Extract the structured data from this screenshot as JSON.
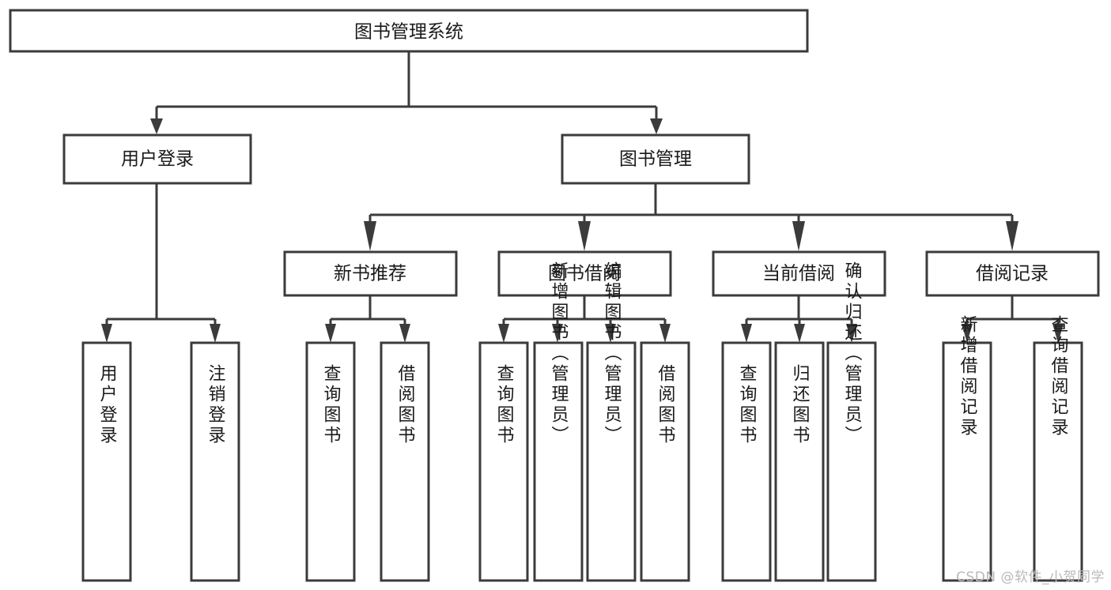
{
  "diagram": {
    "type": "tree-hierarchy",
    "title": "图书管理系统",
    "root": {
      "id": "root",
      "label": "图书管理系统",
      "orientation": "horizontal"
    },
    "level2": [
      {
        "id": "user-login",
        "label": "用户登录",
        "orientation": "horizontal"
      },
      {
        "id": "book-manage",
        "label": "图书管理",
        "orientation": "horizontal"
      }
    ],
    "level3": [
      {
        "id": "new-book-rec",
        "label": "新书推荐",
        "orientation": "horizontal",
        "parent": "book-manage"
      },
      {
        "id": "book-borrow",
        "label": "图书借阅",
        "orientation": "horizontal",
        "parent": "book-manage"
      },
      {
        "id": "current-borrow",
        "label": "当前借阅",
        "orientation": "horizontal",
        "parent": "book-manage"
      },
      {
        "id": "borrow-record",
        "label": "借阅记录",
        "orientation": "horizontal",
        "parent": "book-manage"
      }
    ],
    "leaves": [
      {
        "id": "leaf-user-login",
        "label": "用户登录",
        "parent": "user-login",
        "orientation": "vertical"
      },
      {
        "id": "leaf-logout",
        "label": "注销登录",
        "parent": "user-login",
        "orientation": "vertical"
      },
      {
        "id": "leaf-query-book-1",
        "label": "查询图书",
        "parent": "new-book-rec",
        "orientation": "vertical"
      },
      {
        "id": "leaf-borrow-book-1",
        "label": "借阅图书",
        "parent": "new-book-rec",
        "orientation": "vertical"
      },
      {
        "id": "leaf-query-book-2",
        "label": "查询图书",
        "parent": "book-borrow",
        "orientation": "vertical"
      },
      {
        "id": "leaf-add-book",
        "label": "新增图书（管理员）",
        "parent": "book-borrow",
        "orientation": "vertical"
      },
      {
        "id": "leaf-edit-book",
        "label": "编辑图书（管理员）",
        "parent": "book-borrow",
        "orientation": "vertical"
      },
      {
        "id": "leaf-borrow-book-2",
        "label": "借阅图书",
        "parent": "book-borrow",
        "orientation": "vertical"
      },
      {
        "id": "leaf-query-book-3",
        "label": "查询图书",
        "parent": "current-borrow",
        "orientation": "vertical"
      },
      {
        "id": "leaf-return-book",
        "label": "归还图书",
        "parent": "current-borrow",
        "orientation": "vertical"
      },
      {
        "id": "leaf-confirm-return",
        "label": "确认归还（管理员）",
        "parent": "current-borrow",
        "orientation": "vertical"
      },
      {
        "id": "leaf-add-record",
        "label": "新增借阅记录",
        "parent": "borrow-record",
        "orientation": "vertical"
      },
      {
        "id": "leaf-query-record",
        "label": "查询借阅记录",
        "parent": "borrow-record",
        "orientation": "vertical"
      }
    ],
    "colors": {
      "box_stroke": "#3b3b3b",
      "box_fill": "#ffffff",
      "connector": "#3b3b3b",
      "text": "#1a1a1a",
      "background": "#ffffff",
      "watermark": "#b9b9b9"
    }
  },
  "watermark": {
    "text": "CSDN @软件_小贺同学"
  }
}
